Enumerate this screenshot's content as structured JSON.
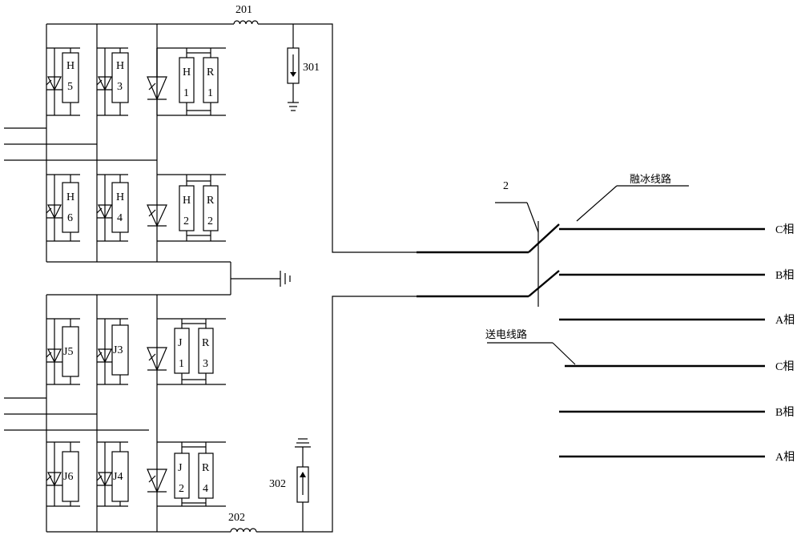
{
  "refs": {
    "inductor_top": "201",
    "inductor_bottom": "202",
    "arrester_top": "301",
    "arrester_bottom": "302",
    "switch": "2"
  },
  "upper_bridge": {
    "top_row": [
      {
        "char1": "H",
        "char2": "5"
      },
      {
        "char1": "H",
        "char2": "3"
      },
      {
        "char1": "H",
        "char2": "1"
      },
      {
        "char1": "R",
        "char2": "1"
      }
    ],
    "bottom_row": [
      {
        "char1": "H",
        "char2": "6"
      },
      {
        "char1": "H",
        "char2": "4"
      },
      {
        "char1": "H",
        "char2": "2"
      },
      {
        "char1": "R",
        "char2": "2"
      }
    ]
  },
  "lower_bridge": {
    "top_row": [
      {
        "label": "J5"
      },
      {
        "label": "J3"
      },
      {
        "char1": "J",
        "char2": "1"
      },
      {
        "char1": "R",
        "char2": "3"
      }
    ],
    "bottom_row": [
      {
        "label": "J6"
      },
      {
        "label": "J4"
      },
      {
        "char1": "J",
        "char2": "2"
      },
      {
        "char1": "R",
        "char2": "4"
      }
    ]
  },
  "lines": {
    "deicing_label": "融冰线路",
    "transmission_label": "送电线路",
    "deicing_phases": [
      "C相",
      "B相",
      "A相"
    ],
    "transmission_phases": [
      "C相",
      "B相",
      "A相"
    ]
  }
}
